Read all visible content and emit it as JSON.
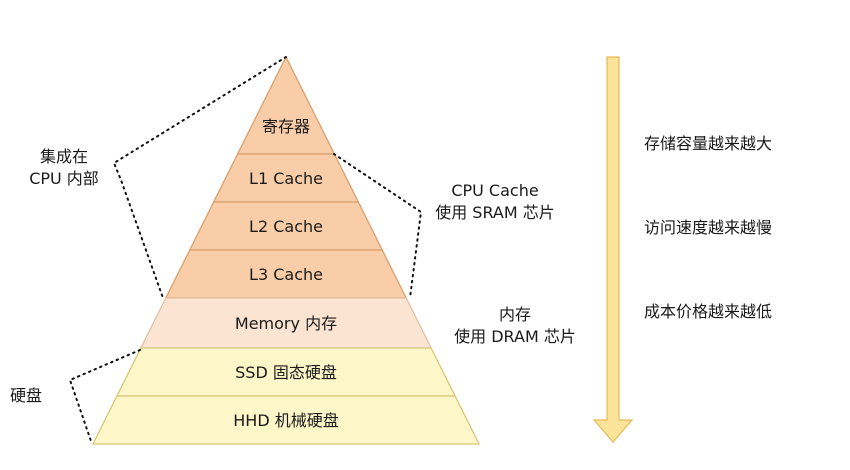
{
  "colors": {
    "cache": "#f8cda8",
    "cache_stroke": "#d9a06e",
    "memory": "#fbe4d1",
    "memory_stroke": "#e2bfa2",
    "disk": "#fdf6c9",
    "disk_stroke": "#d8c77a",
    "arrow_fill": "#fce39a",
    "arrow_stroke": "#e6b955",
    "dots": "#111111"
  },
  "layers": [
    {
      "id": "register",
      "label": "寄存器",
      "group": "cache"
    },
    {
      "id": "l1",
      "label": "L1 Cache",
      "group": "cache"
    },
    {
      "id": "l2",
      "label": "L2 Cache",
      "group": "cache"
    },
    {
      "id": "l3",
      "label": "L3 Cache",
      "group": "cache"
    },
    {
      "id": "memory",
      "label": "Memory 内存",
      "group": "memory"
    },
    {
      "id": "ssd",
      "label": "SSD 固态硬盘",
      "group": "disk"
    },
    {
      "id": "hhd",
      "label": "HHD 机械硬盘",
      "group": "disk"
    }
  ],
  "annotations": {
    "integrated_line1": "集成在",
    "integrated_line2": "CPU 内部",
    "cpu_cache_line1": "CPU Cache",
    "cpu_cache_line2": "使用 SRAM 芯片",
    "memory_line1": "内存",
    "memory_line2": "使用 DRAM 芯片",
    "disk": "硬盘"
  },
  "trends": {
    "capacity": "存储容量越来越大",
    "speed": "访问速度越来越慢",
    "cost": "成本价格越来越低"
  }
}
